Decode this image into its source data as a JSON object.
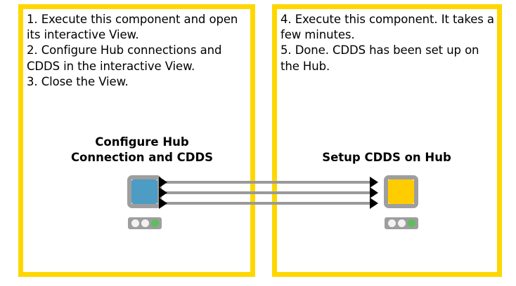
{
  "theme": {
    "annotation_border_color": "#FFD700",
    "page_background": "#ffffff",
    "node_frame_color": "#9e9e9e",
    "connection_line_color": "#999999",
    "port_arrow_color": "#000000",
    "node_blue": "#4c9cc4",
    "node_yellow": "#FFCC00",
    "status_inactive": "#f2f2f2",
    "status_active_green": "#5cbe5c"
  },
  "annotations": [
    {
      "id": "left",
      "text": "1. Execute this component and open its interactive View.\n2. Configure Hub connections and CDDS in the interactive View.\n3. Close the View."
    },
    {
      "id": "right",
      "text": "4. Execute this component. It takes a few minutes.\n5. Done. CDDS has been set up on the Hub."
    }
  ],
  "nodes": [
    {
      "id": "configure-hub-connection-and-cdds",
      "title": "Configure Hub\nConnection and CDDS",
      "body_color": "#4c9cc4",
      "frame_color": "#9e9e9e",
      "status_dots": [
        "#f2f2f2",
        "#f2f2f2",
        "#5cbe5c"
      ],
      "output_port_count": 3,
      "input_port_count": 0
    },
    {
      "id": "setup-cdds-on-hub",
      "title": "Setup CDDS on Hub",
      "body_color": "#FFCC00",
      "frame_color": "#9e9e9e",
      "status_dots": [
        "#f2f2f2",
        "#f2f2f2",
        "#5cbe5c"
      ],
      "output_port_count": 0,
      "input_port_count": 3
    }
  ],
  "connections": [
    {
      "id": "conn-1",
      "from": "configure-hub-connection-and-cdds",
      "to": "setup-cdds-on-hub",
      "port": 1
    },
    {
      "id": "conn-2",
      "from": "configure-hub-connection-and-cdds",
      "to": "setup-cdds-on-hub",
      "port": 2
    },
    {
      "id": "conn-3",
      "from": "configure-hub-connection-and-cdds",
      "to": "setup-cdds-on-hub",
      "port": 3
    }
  ]
}
